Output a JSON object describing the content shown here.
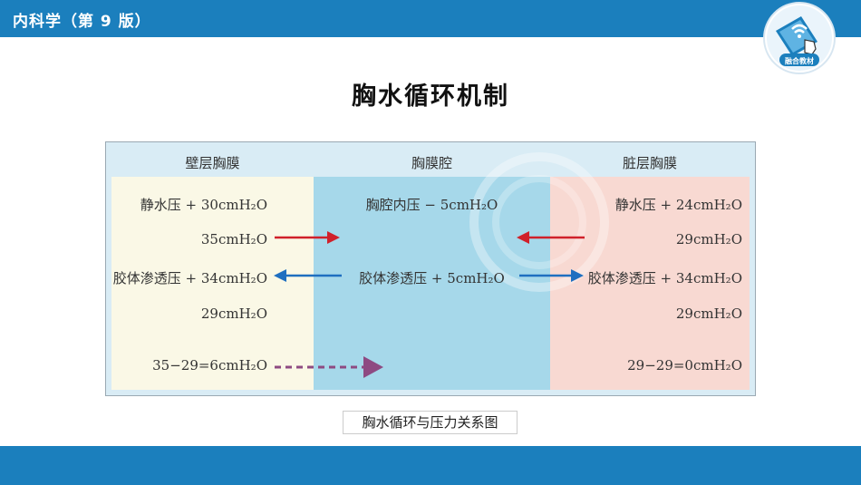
{
  "header": {
    "title": "内科学（第 9 版）"
  },
  "logo": {
    "label": "融合教材"
  },
  "page_title": "胸水循环机制",
  "diagram": {
    "columns": [
      "壁层胸膜",
      "胸膜腔",
      "脏层胸膜"
    ],
    "left": {
      "hydrostatic": "静水压 + 30cmH₂O",
      "net_hydrostatic": "35cmH₂O",
      "oncotic": "胶体渗透压 + 34cmH₂O",
      "net_oncotic": "29cmH₂O",
      "net_result": "35−29=6cmH₂O"
    },
    "middle": {
      "intrapleural": "胸腔内压 − 5cmH₂O",
      "oncotic": "胶体渗透压 + 5cmH₂O"
    },
    "right": {
      "hydrostatic": "静水压 + 24cmH₂O",
      "net_hydrostatic": "29cmH₂O",
      "oncotic": "胶体渗透压 + 34cmH₂O",
      "net_oncotic": "29cmH₂O",
      "net_result": "29−29=0cmH₂O"
    },
    "colors": {
      "red_arrow": "#d0202a",
      "blue_arrow": "#1f6fc0",
      "purple_arrow": "#8e4a82"
    }
  },
  "caption": "胸水循环与压力关系图"
}
